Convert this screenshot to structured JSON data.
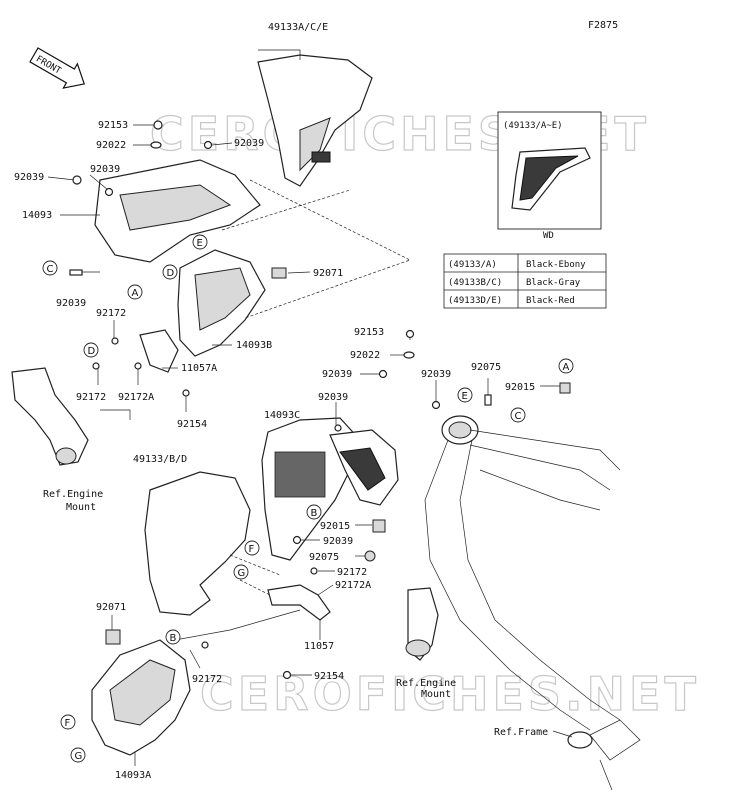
{
  "figure_code": "F2875",
  "front_arrow": "FRONT",
  "watermark": "CEROFICHES.NET",
  "inset": {
    "code": "(49133/A~E)",
    "caption": "WD"
  },
  "color_table": [
    {
      "code": "(49133/A)",
      "color": "Black-Ebony"
    },
    {
      "code": "(49133B/C)",
      "color": "Black-Gray"
    },
    {
      "code": "(49133D/E)",
      "color": "Black-Red"
    }
  ],
  "labels": {
    "p49133ACE": "49133A/C/E",
    "p92153a": "92153",
    "p92022a": "92022",
    "p92039a": "92039",
    "p92039b": "92039",
    "p92039c": "92039",
    "p14093": "14093",
    "p92039d": "92039",
    "p92071a": "92071",
    "p92172a": "92172",
    "p14093B": "14093B",
    "p11057A": "11057A",
    "p92172b": "92172",
    "p92172Aa": "92172A",
    "p92154a": "92154",
    "p92153b": "92153",
    "p92022b": "92022",
    "p92075a": "92075",
    "p92039e": "92039",
    "p92039f": "92039",
    "p92015a": "92015",
    "p92039g": "92039",
    "p14093C": "14093C",
    "p49133BD": "49133/B/D",
    "refEngine1": "Ref.Engine",
    "refMount1": "Mount",
    "p92015b": "92015",
    "p92039h": "92039",
    "p92075b": "92075",
    "p92172c": "92172",
    "p92172Ab": "92172A",
    "p92071b": "92071",
    "p11057": "11057",
    "p92172d": "92172",
    "p92154b": "92154",
    "refEngine2": "Ref.Engine",
    "refMount2": "Mount",
    "refFrame": "Ref.Frame",
    "p14093A": "14093A"
  },
  "callouts": [
    "A",
    "B",
    "C",
    "D",
    "E",
    "F",
    "G"
  ]
}
